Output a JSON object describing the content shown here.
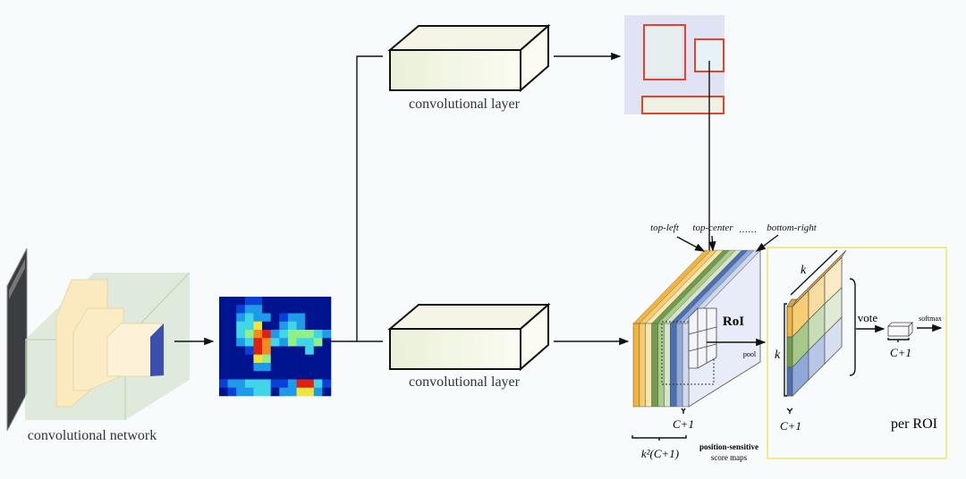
{
  "labels": {
    "conv_network": "convolutional network",
    "conv_layer_top": "convolutional layer",
    "conv_layer_bottom": "convolutional layer",
    "top_left": "top-left",
    "top_center": "top-center",
    "ellipsis": "……",
    "bottom_right": "bottom-right",
    "roi": "RoI",
    "pool": "pool",
    "c_plus_1_maps": "C+1",
    "k2_c_plus_1": "k²(C+1)",
    "position_sensitive": "position-sensitive",
    "score_maps": "score maps",
    "k_top": "k",
    "k_left": "k",
    "c_plus_1_roi": "C+1",
    "vote": "vote",
    "softmax": "softmax",
    "c_plus_1_out": "C+1",
    "per_roi": "per ROI"
  },
  "colors": {
    "background": "#f8fbfc",
    "orange": "#f2b43c",
    "green": "#6e9e4a",
    "blue": "#4a6fb5",
    "roi_box_border": "#f1e98a",
    "proposal_box": "#e0452a"
  }
}
